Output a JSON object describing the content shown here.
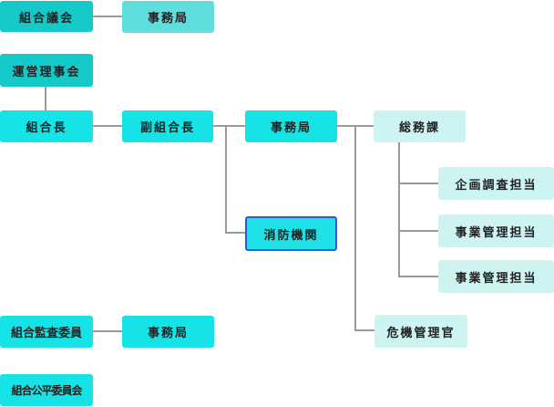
{
  "nodes": {
    "kumiai_gikai": "組合議会",
    "jimukyoku_1": "事務局",
    "unei_rijikai": "運営理事会",
    "kumiaicho": "組合長",
    "fuku_kumiaicho": "副組合長",
    "jimukyoku_2": "事務局",
    "somuka": "総務課",
    "kikaku_chosa": "企画調査担当",
    "jigyo_kanri_1": "事業管理担当",
    "jigyo_kanri_2": "事業管理担当",
    "shobo_kikan": "消防機関",
    "kiki_kanrikan": "危機管理官",
    "kansa_iin": "組合監査委員",
    "jimukyoku_3": "事務局",
    "kohei_iinkai": "組合公平委員会"
  },
  "colors": {
    "dark_teal": "#16c9c9",
    "light_teal": "#5fdedd",
    "cyan": "#16e3e6",
    "pale_cyan": "#cdf3f3",
    "highlight_border": "#1d62d8",
    "connector": "#9a9a9a"
  }
}
